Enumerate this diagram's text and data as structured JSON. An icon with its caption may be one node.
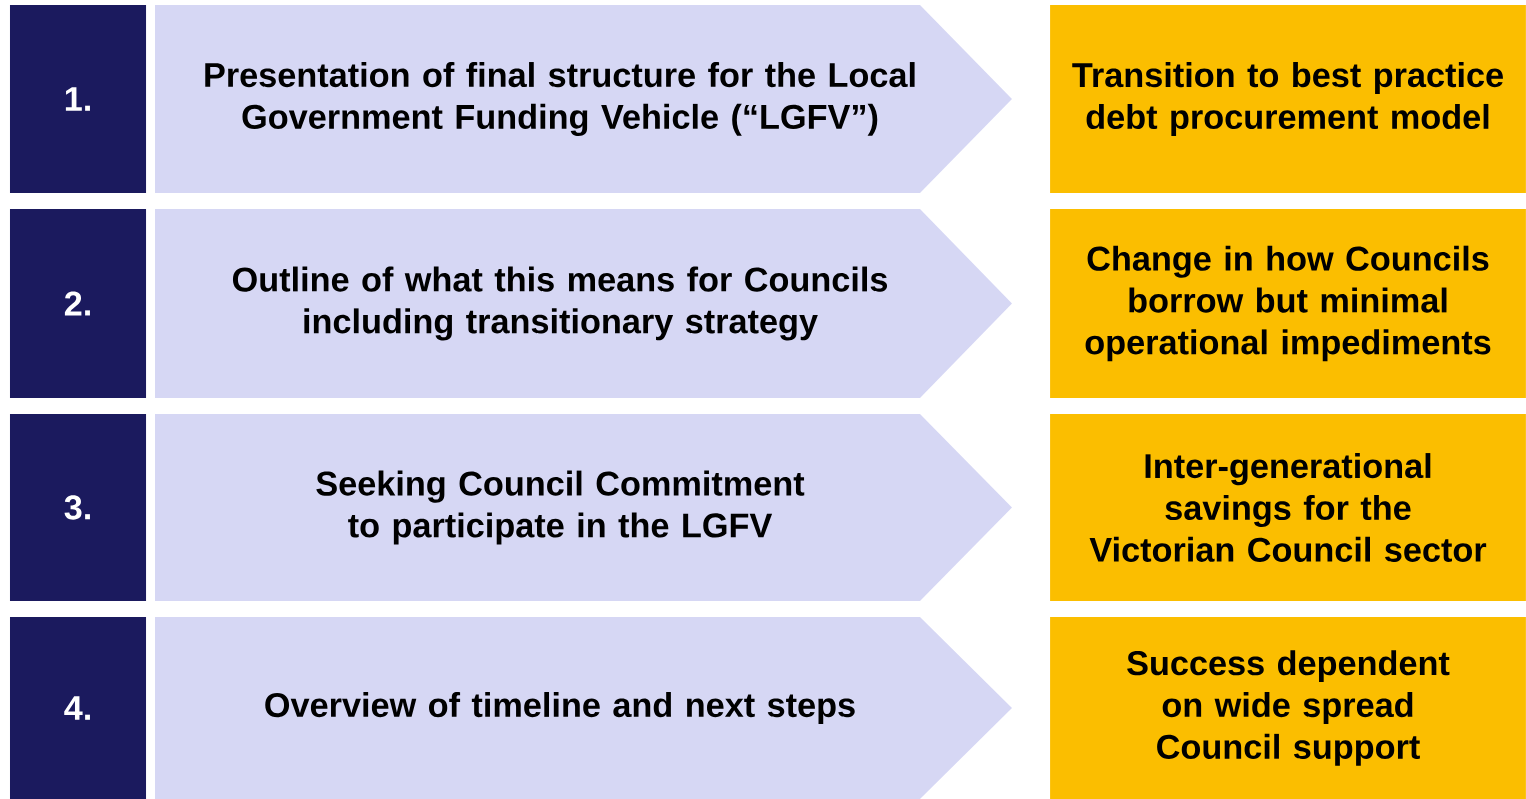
{
  "diagram": {
    "nodes": [
      {
        "text": [
          "1."
        ]
      },
      {
        "text": [
          "Presentation of final structure for the Local Government Funding Vehicle (“LGFV”)"
        ]
      },
      {
        "text": [
          "Transition to best practice debt procurement model"
        ]
      },
      {
        "text": [
          "2."
        ]
      },
      {
        "text": [
          "Outline of what this means for Councils including transitionary strategy"
        ]
      },
      {
        "text": [
          "Change in how Councils borrow but minimal operational impediments"
        ]
      },
      {
        "text": [
          "3."
        ]
      },
      {
        "text": [
          "Seeking Council Commitment to participate in the LGFV"
        ]
      },
      {
        "text": [
          "Inter-generational savings for the Victorian Council sector"
        ]
      },
      {
        "text": [
          "4."
        ]
      },
      {
        "text": [
          "Overview of timeline and next steps"
        ]
      },
      {
        "text": [
          "Success dependent on wide spread Council support"
        ]
      }
    ]
  }
}
